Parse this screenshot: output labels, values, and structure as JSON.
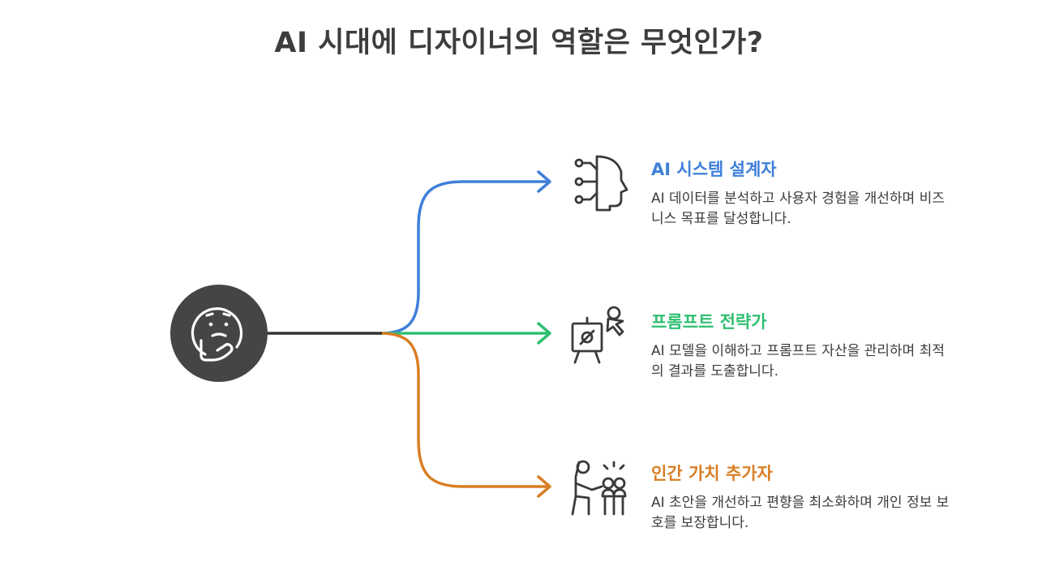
{
  "title": "AI 시대에 디자이너의 역할은 무엇인가?",
  "center": {
    "icon": "thinking-face-icon"
  },
  "branches": [
    {
      "title": "AI 시스템 설계자",
      "description": "AI 데이터를 분석하고 사용자 경험을 개선하며 비즈니스 목표를 달성합니다.",
      "color": "#3f7fd8",
      "icon": "ai-head-circuit-icon"
    },
    {
      "title": "프롬프트 전략가",
      "description": "AI 모델을 이해하고 프롬프트 자산을 관리하며 최적의 결과를 도출합니다.",
      "color": "#2fbf71",
      "icon": "easel-strategy-icon"
    },
    {
      "title": "인간 가치 추가자",
      "description": "AI 초안을 개선하고 편향을 최소화하며 개인 정보 보호를 보장합니다.",
      "color": "#d97e24",
      "icon": "teacher-audience-icon"
    }
  ],
  "colors": {
    "center_fill": "#454545",
    "trunk_line": "#333333",
    "icon_stroke": "#3a3a3a"
  }
}
